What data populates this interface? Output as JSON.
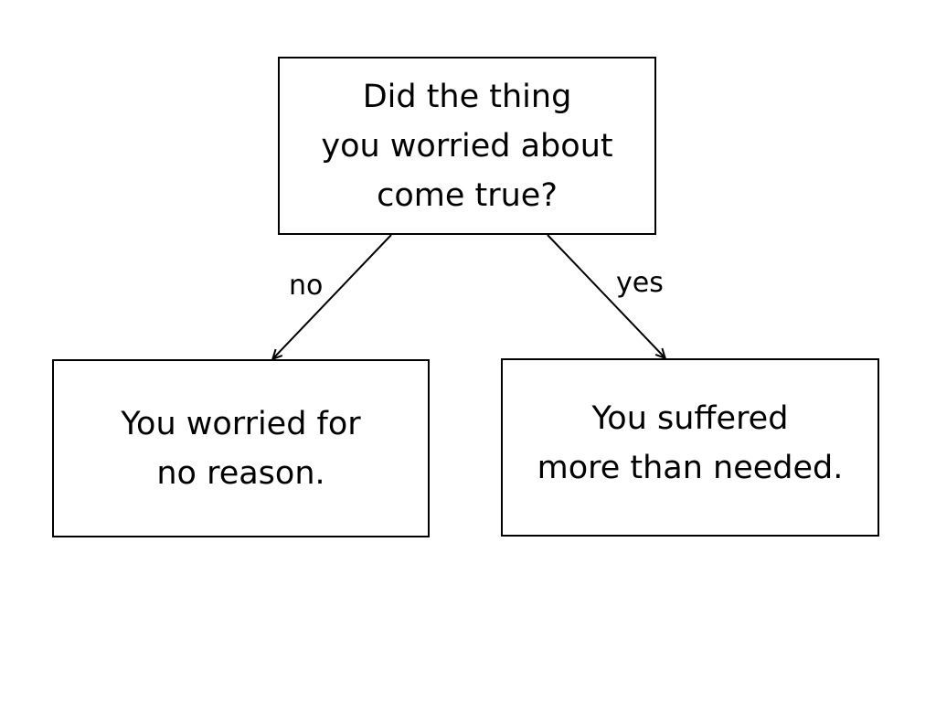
{
  "diagram": {
    "question": {
      "lines": [
        "Did the thing",
        "you worried about",
        "come true?"
      ]
    },
    "no_branch": {
      "edge_label": "no",
      "lines": [
        "You worried for",
        "no reason."
      ]
    },
    "yes_branch": {
      "edge_label": "yes",
      "lines": [
        "You suffered",
        "more than needed."
      ]
    },
    "colors": {
      "stroke": "#000000",
      "background": "#ffffff"
    }
  }
}
